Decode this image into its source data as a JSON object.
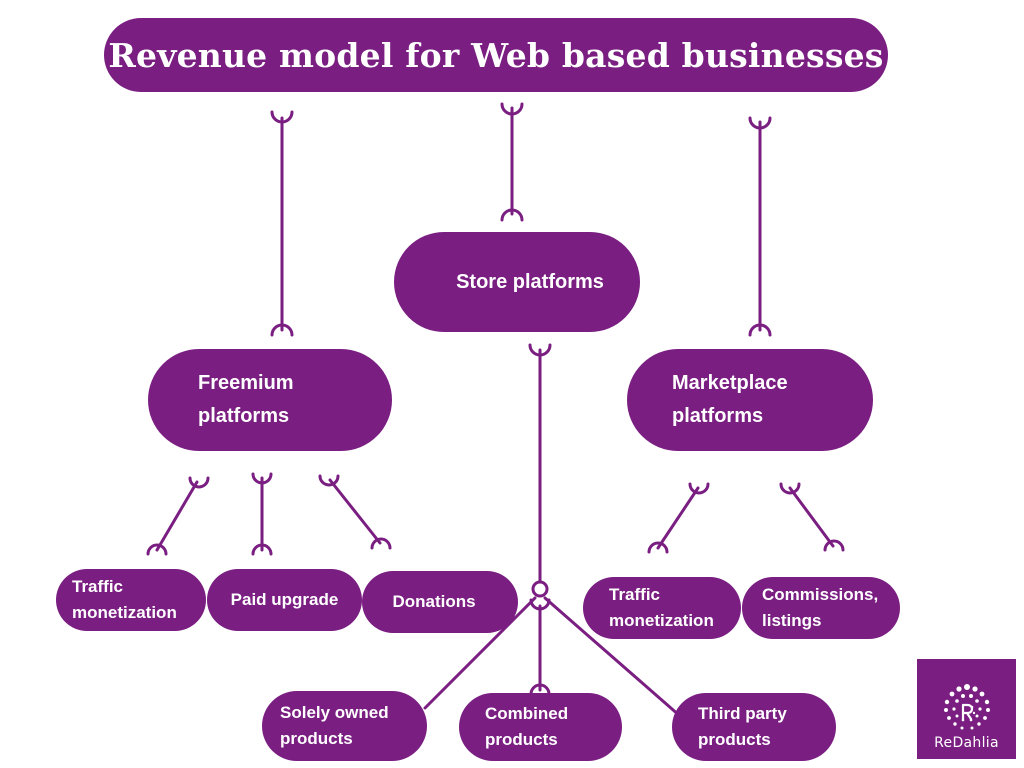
{
  "title": "Revenue model for Web based businesses",
  "nodes": {
    "store": "Store platforms",
    "freemium": [
      "Freemium",
      "platforms"
    ],
    "marketplace": [
      "Marketplace",
      "platforms"
    ],
    "freemium_children": {
      "traffic": [
        "Traffic",
        "monetization"
      ],
      "paid": "Paid upgrade",
      "donations": "Donations"
    },
    "marketplace_children": {
      "traffic": [
        "Traffic",
        "monetization"
      ],
      "commissions": [
        "Commissions,",
        "listings"
      ]
    },
    "store_children": {
      "solely": [
        "Solely owned",
        "products"
      ],
      "combined": [
        "Combined",
        "products"
      ],
      "third": [
        "Third party",
        "products"
      ]
    }
  },
  "logo": {
    "text": "ReDahlia",
    "icon": "dahlia-flower-icon"
  },
  "colors": {
    "primary": "#7a1e82",
    "text": "#ffffff"
  }
}
